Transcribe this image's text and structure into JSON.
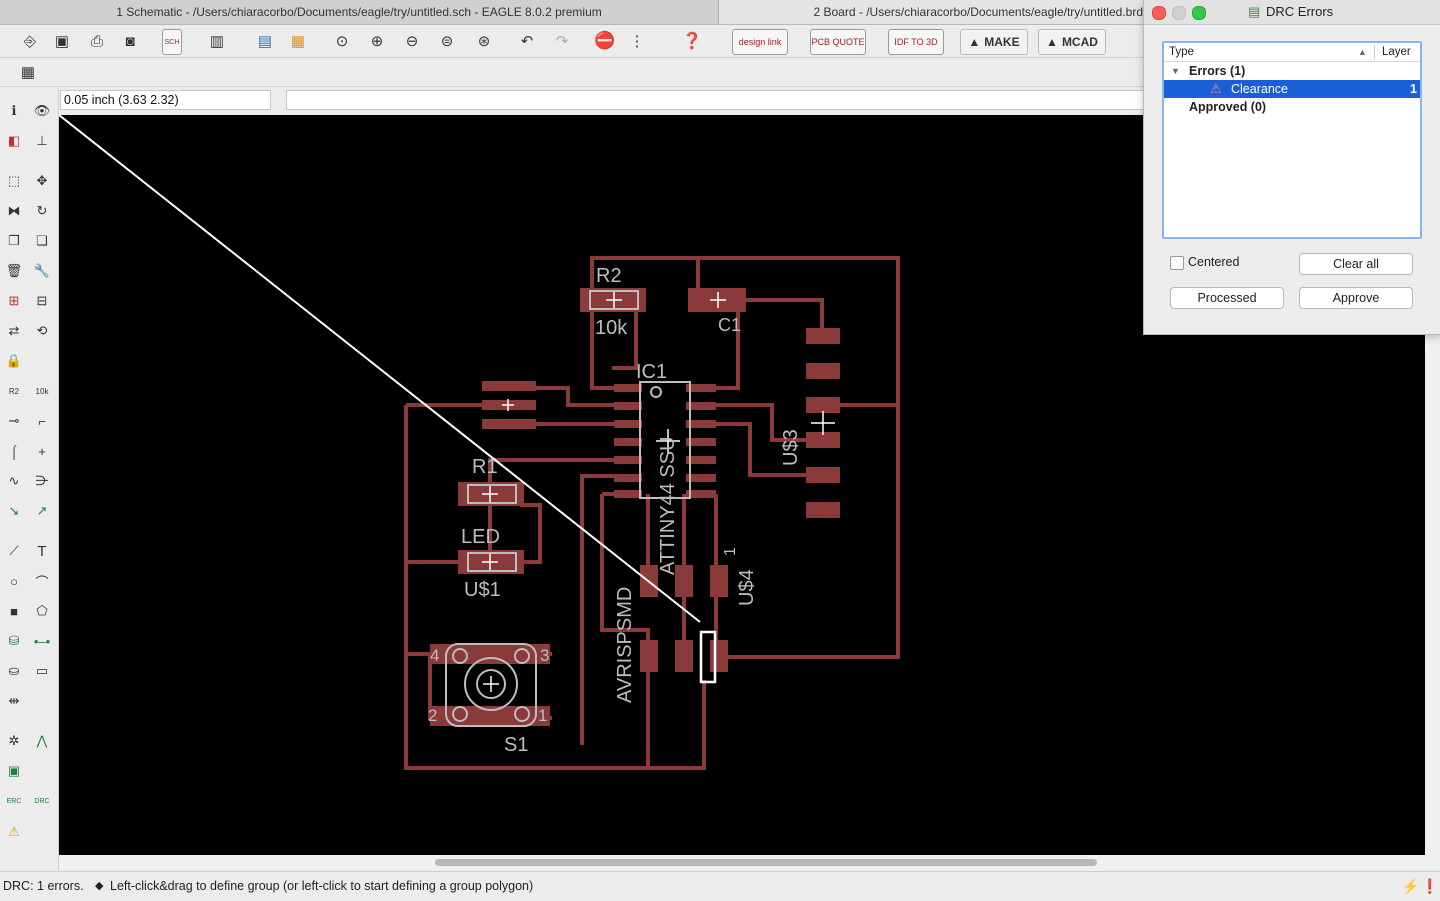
{
  "window_tabs": [
    {
      "label": "1 Schematic - /Users/chiaracorbo/Documents/eagle/try/untitled.sch - EAGLE 8.0.2 premium"
    },
    {
      "label": "2 Board - /Users/chiaracorbo/Documents/eagle/try/untitled.brd"
    }
  ],
  "toolbar": {
    "sch_label": "SCH",
    "design_link_label": "design link",
    "pcb_quote_label": "PCB QUOTE",
    "idf_label": "IDF TO 3D",
    "make_label": "MAKE",
    "mcad_label": "MCAD"
  },
  "coord": {
    "value": "0.05 inch (3.63 2.32)"
  },
  "board": {
    "labels": {
      "r2": "R2",
      "r2_value": "10k",
      "c1": "C1",
      "ic1": "IC1",
      "ic_value": "ATTINY44 SSU",
      "r1": "R1",
      "led": "LED",
      "u1": "U$1",
      "u3": "U$3",
      "u4": "U$4",
      "pin1": "1",
      "avr": "AVRISPSMD",
      "s1": "S1",
      "s1_pin4": "4",
      "s1_pin3": "3",
      "s1_pin2": "2",
      "s1_pin1": "1"
    },
    "colors": {
      "copper": "#8b3a3a",
      "silk": "#bdbdbd",
      "background": "#000000",
      "airwire": "#ffffff"
    }
  },
  "drc": {
    "title": "DRC Errors",
    "col_type": "Type",
    "col_layer": "Layer",
    "errors_label": "Errors (1)",
    "error_item": {
      "type": "Clearance",
      "layer": "1"
    },
    "approved_label": "Approved (0)",
    "centered_label": "Centered",
    "clear_all": "Clear all",
    "processed": "Processed",
    "approve": "Approve"
  },
  "status": {
    "drc": "DRC: 1 errors.",
    "hint": "Left-click&drag to define group (or left-click to start defining a group polygon)"
  }
}
